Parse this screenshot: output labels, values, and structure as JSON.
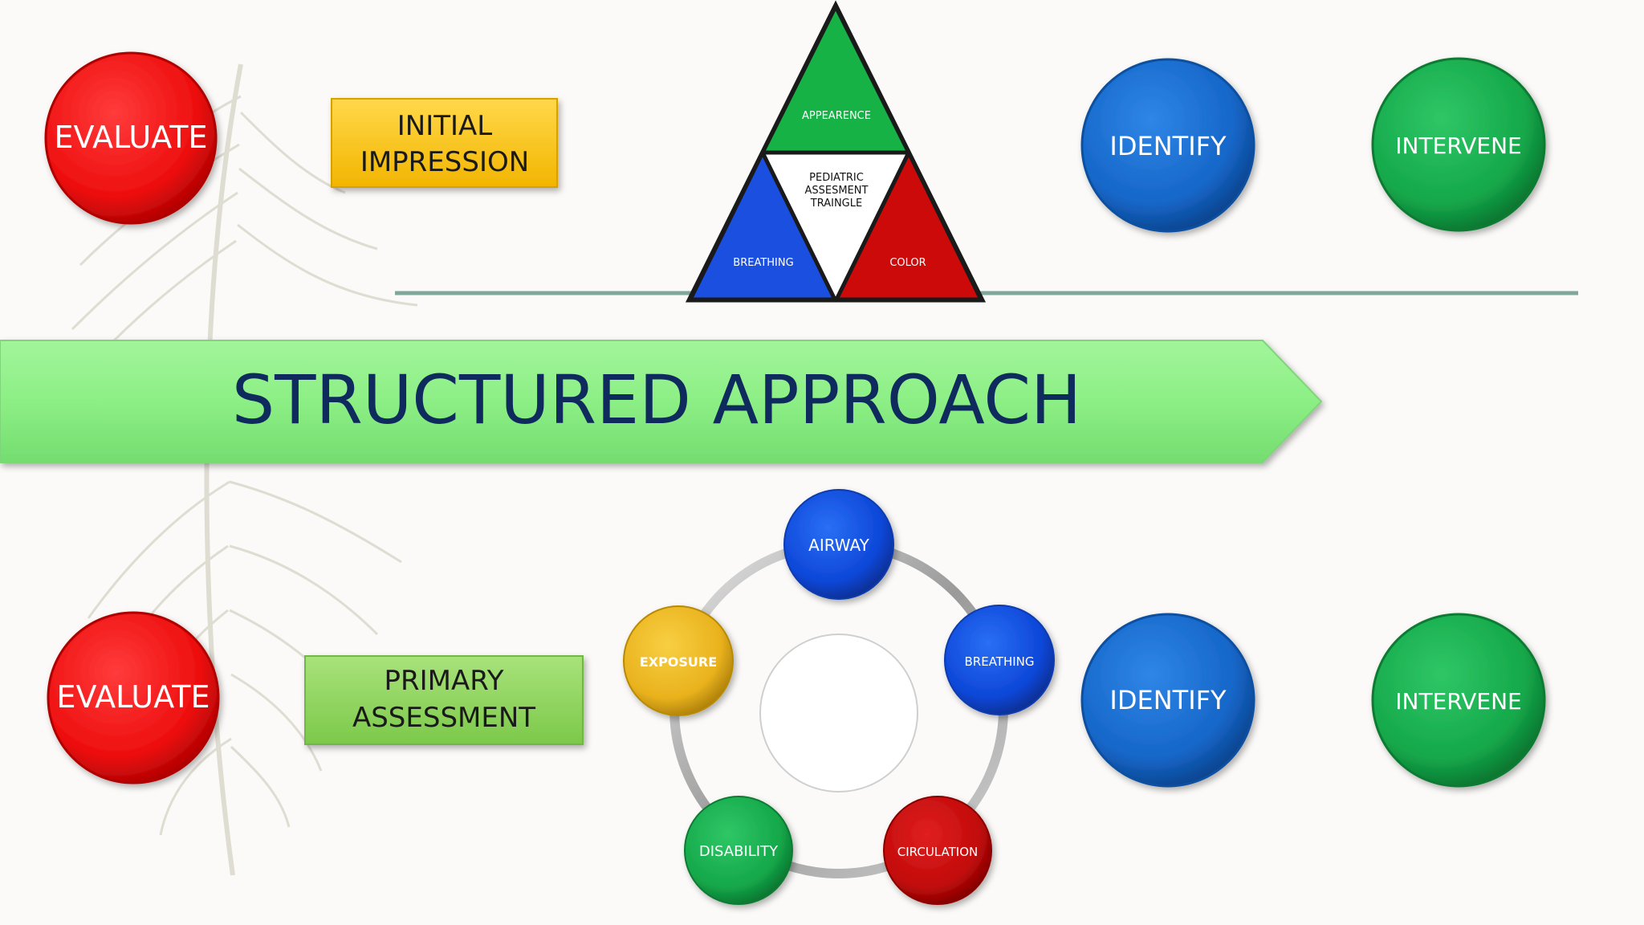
{
  "banner": {
    "title": "STRUCTURED APPROACH"
  },
  "top_row": {
    "evaluate": "EVALUATE",
    "step_line1": "INITIAL",
    "step_line2": "IMPRESSION",
    "identify": "IDENTIFY",
    "intervene": "INTERVENE"
  },
  "triangle": {
    "top": "APPEARENCE",
    "center_line1": "PEDIATRIC",
    "center_line2": "ASSESMENT",
    "center_line3": "TRAINGLE",
    "left": "BREATHING",
    "right": "COLOR"
  },
  "bottom_row": {
    "evaluate": "EVALUATE",
    "step_line1": "PRIMARY",
    "step_line2": "ASSESSMENT",
    "identify": "IDENTIFY",
    "intervene": "INTERVENE"
  },
  "cycle": {
    "airway": "AIRWAY",
    "breathing": "BREATHING",
    "circulation": "CIRCULATION",
    "disability": "DISABILITY",
    "exposure": "EXPOSURE"
  },
  "colors": {
    "red": "#ee1111",
    "blue": "#1566c8",
    "green": "#14a84a",
    "yellow": "#f7c20a",
    "banner_green": "#8cef85",
    "title_navy": "#0f2a5c"
  }
}
